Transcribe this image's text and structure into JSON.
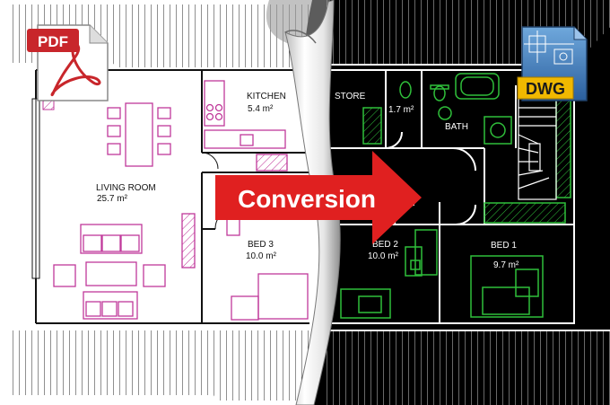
{
  "badges": {
    "pdf": "PDF",
    "dwg": "DWG"
  },
  "banner": {
    "label": "Conversion"
  },
  "rooms_light": {
    "kitchen": "KITCHEN",
    "kitchen_area": "5.4 m²",
    "living": "LIVING ROOM",
    "living_area": "25.7 m²",
    "bed3": "BED 3",
    "bed3_area": "10.0 m²"
  },
  "rooms_dark": {
    "store": "STORE",
    "wc_area": "1.7 m²",
    "bath": "BATH",
    "bed2": "BED 2",
    "bed2_area": "10.0 m²",
    "bed1": "BED 1",
    "bed1_area": "9.7 m²"
  },
  "colors": {
    "light_bg": "#ffffff",
    "dark_bg": "#000000",
    "furniture_light": "#c0389a",
    "furniture_dark": "#2fbf3a",
    "arrow": "#e02020",
    "pdf_red": "#c8262b",
    "dwg_yellow": "#f0b800",
    "dwg_blue": "#3a7bc0"
  }
}
